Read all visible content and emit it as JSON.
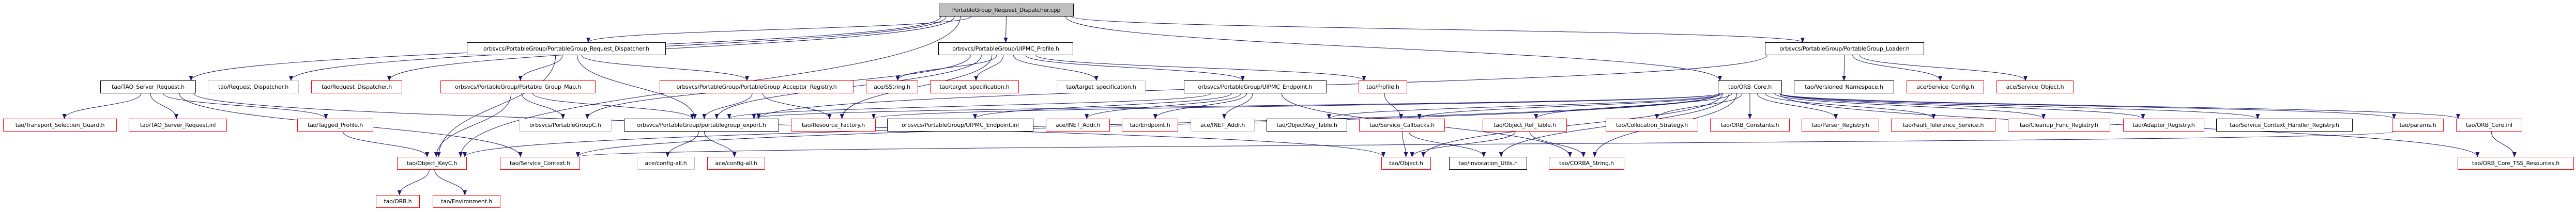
{
  "graph": {
    "title": "PortableGroup_Request_Dispatcher.cpp",
    "edge_color": "#191970",
    "border_colors": {
      "documented": "#000000",
      "undocumented": "#ff0000",
      "external": "#bfbfbf",
      "root_fill": "#bfbfbf"
    },
    "nodes": [
      {
        "id": "root",
        "label": "PortableGroup_Request_Dispatcher.cpp",
        "style": "root"
      },
      {
        "id": "pg_req_disp",
        "label": "orbsvcs/PortableGroup/PortableGroup_Request_Dispatcher.h",
        "style": "black"
      },
      {
        "id": "uipmc_profile",
        "label": "orbsvcs/PortableGroup/UIPMC_Profile.h",
        "style": "black"
      },
      {
        "id": "pg_loader",
        "label": "orbsvcs/PortableGroup/PortableGroup_Loader.h",
        "style": "black"
      },
      {
        "id": "tao_server_request",
        "label": "tao/TAO_Server_Request.h",
        "style": "black"
      },
      {
        "id": "req_disp_gray",
        "label": "tao/Request_Dispatcher.h",
        "style": "gray"
      },
      {
        "id": "req_disp_red",
        "label": "tao/Request_Dispatcher.h",
        "style": "red"
      },
      {
        "id": "pg_map",
        "label": "orbsvcs/PortableGroup/Portable_Group_Map.h",
        "style": "red"
      },
      {
        "id": "acceptor_registry",
        "label": "orbsvcs/PortableGroup/PortableGroup_Acceptor_Registry.h",
        "style": "red"
      },
      {
        "id": "sstring",
        "label": "ace/SString.h",
        "style": "red"
      },
      {
        "id": "target_spec_red",
        "label": "tao/target_specification.h",
        "style": "red"
      },
      {
        "id": "target_spec_gray",
        "label": "tao/target_specification.h",
        "style": "gray"
      },
      {
        "id": "uipmc_endpoint",
        "label": "orbsvcs/PortableGroup/UIPMC_Endpoint.h",
        "style": "black"
      },
      {
        "id": "profile",
        "label": "tao/Profile.h",
        "style": "red"
      },
      {
        "id": "orb_core",
        "label": "tao/ORB_Core.h",
        "style": "black"
      },
      {
        "id": "versioned_ns",
        "label": "tao/Versioned_Namespace.h",
        "style": "black"
      },
      {
        "id": "service_config",
        "label": "ace/Service_Config.h",
        "style": "red"
      },
      {
        "id": "service_object",
        "label": "ace/Service_Object.h",
        "style": "red"
      },
      {
        "id": "transport_sel_guard",
        "label": "tao/Transport_Selection_Guard.h",
        "style": "red"
      },
      {
        "id": "tao_server_request_inl",
        "label": "tao/TAO_Server_Request.inl",
        "style": "red"
      },
      {
        "id": "tagged_profile",
        "label": "tao/Tagged_Profile.h",
        "style": "red"
      },
      {
        "id": "portablegroupc",
        "label": "orbsvcs/PortableGroupC.h",
        "style": "gray"
      },
      {
        "id": "pg_export",
        "label": "orbsvcs/PortableGroup/portablegroup_export.h",
        "style": "black"
      },
      {
        "id": "resource_factory",
        "label": "tao/Resource_Factory.h",
        "style": "red"
      },
      {
        "id": "uipmc_endpoint_inl",
        "label": "orbsvcs/PortableGroup/UIPMC_Endpoint.inl",
        "style": "black"
      },
      {
        "id": "inet_addr_red",
        "label": "ace/INET_Addr.h",
        "style": "red"
      },
      {
        "id": "endpoint",
        "label": "tao/Endpoint.h",
        "style": "red"
      },
      {
        "id": "inet_addr_gray",
        "label": "ace/INET_Addr.h",
        "style": "gray"
      },
      {
        "id": "objectkey_table",
        "label": "tao/ObjectKey_Table.h",
        "style": "black"
      },
      {
        "id": "service_callbacks",
        "label": "tao/Service_Callbacks.h",
        "style": "red"
      },
      {
        "id": "object_ref_table",
        "label": "tao/Object_Ref_Table.h",
        "style": "red"
      },
      {
        "id": "collocation_strategy",
        "label": "tao/Collocation_Strategy.h",
        "style": "red"
      },
      {
        "id": "orb_constants",
        "label": "tao/ORB_Constants.h",
        "style": "red"
      },
      {
        "id": "parser_registry",
        "label": "tao/Parser_Registry.h",
        "style": "red"
      },
      {
        "id": "fault_tolerance",
        "label": "tao/Fault_Tolerance_Service.h",
        "style": "red"
      },
      {
        "id": "cleanup_func",
        "label": "tao/Cleanup_Func_Registry.h",
        "style": "red"
      },
      {
        "id": "adapter_registry",
        "label": "tao/Adapter_Registry.h",
        "style": "red"
      },
      {
        "id": "sch_registry",
        "label": "tao/Service_Context_Handler_Registry.h",
        "style": "black"
      },
      {
        "id": "params",
        "label": "tao/params.h",
        "style": "red"
      },
      {
        "id": "orb_core_inl",
        "label": "tao/ORB_Core.inl",
        "style": "red"
      },
      {
        "id": "object_keyc",
        "label": "tao/Object_KeyC.h",
        "style": "red"
      },
      {
        "id": "service_context",
        "label": "tao/Service_Context.h",
        "style": "red"
      },
      {
        "id": "config_all_gray",
        "label": "ace/config-all.h",
        "style": "gray"
      },
      {
        "id": "config_all_red",
        "label": "ace/config-all.h",
        "style": "red"
      },
      {
        "id": "object",
        "label": "tao/Object.h",
        "style": "red"
      },
      {
        "id": "invocation_utils",
        "label": "tao/Invocation_Utils.h",
        "style": "black"
      },
      {
        "id": "corba_string",
        "label": "tao/CORBA_String.h",
        "style": "red"
      },
      {
        "id": "orb_core_tss",
        "label": "tao/ORB_Core_TSS_Resources.h",
        "style": "red"
      },
      {
        "id": "orb",
        "label": "tao/ORB.h",
        "style": "red"
      },
      {
        "id": "environment",
        "label": "tao/Environment.h",
        "style": "red"
      }
    ],
    "edges": [
      [
        "root",
        "tao_server_request"
      ],
      [
        "root",
        "req_disp_gray"
      ],
      [
        "root",
        "req_disp_red"
      ],
      [
        "root",
        "pg_req_disp"
      ],
      [
        "root",
        "uipmc_profile"
      ],
      [
        "root",
        "pg_loader"
      ],
      [
        "root",
        "orb_core"
      ],
      [
        "root",
        "object_keyc"
      ],
      [
        "tao_server_request",
        "transport_sel_guard"
      ],
      [
        "tao_server_request",
        "tao_server_request_inl"
      ],
      [
        "tao_server_request",
        "tagged_profile"
      ],
      [
        "tao_server_request",
        "service_context"
      ],
      [
        "tao_server_request",
        "object"
      ],
      [
        "tagged_profile",
        "object_keyc"
      ],
      [
        "object_keyc",
        "orb"
      ],
      [
        "object_keyc",
        "environment"
      ],
      [
        "pg_req_disp",
        "pg_map"
      ],
      [
        "pg_req_disp",
        "pg_export"
      ],
      [
        "pg_req_disp",
        "acceptor_registry"
      ],
      [
        "pg_req_disp",
        "object_keyc"
      ],
      [
        "pg_map",
        "object_keyc"
      ],
      [
        "pg_map",
        "portablegroupc"
      ],
      [
        "pg_map",
        "pg_export"
      ],
      [
        "acceptor_registry",
        "pg_export"
      ],
      [
        "acceptor_registry",
        "resource_factory"
      ],
      [
        "pg_export",
        "config_all_gray"
      ],
      [
        "pg_export",
        "config_all_red"
      ],
      [
        "uipmc_profile",
        "sstring"
      ],
      [
        "uipmc_profile",
        "target_spec_red"
      ],
      [
        "uipmc_profile",
        "target_spec_gray"
      ],
      [
        "uipmc_profile",
        "uipmc_endpoint"
      ],
      [
        "uipmc_profile",
        "profile"
      ],
      [
        "uipmc_profile",
        "resource_factory"
      ],
      [
        "uipmc_profile",
        "pg_export"
      ],
      [
        "uipmc_profile",
        "portablegroupc"
      ],
      [
        "uipmc_endpoint",
        "uipmc_endpoint_inl"
      ],
      [
        "uipmc_endpoint",
        "inet_addr_red"
      ],
      [
        "uipmc_endpoint",
        "endpoint"
      ],
      [
        "uipmc_endpoint",
        "inet_addr_gray"
      ],
      [
        "uipmc_endpoint",
        "pg_export"
      ],
      [
        "uipmc_endpoint",
        "corba_string"
      ],
      [
        "profile",
        "service_callbacks"
      ],
      [
        "service_callbacks",
        "object"
      ],
      [
        "service_callbacks",
        "invocation_utils"
      ],
      [
        "object_ref_table",
        "object"
      ],
      [
        "object_ref_table",
        "corba_string"
      ],
      [
        "pg_loader",
        "versioned_ns"
      ],
      [
        "pg_loader",
        "service_config"
      ],
      [
        "pg_loader",
        "service_object"
      ],
      [
        "pg_loader",
        "pg_export"
      ],
      [
        "orb_core",
        "objectkey_table"
      ],
      [
        "orb_core",
        "service_callbacks"
      ],
      [
        "orb_core",
        "object_ref_table"
      ],
      [
        "orb_core",
        "collocation_strategy"
      ],
      [
        "orb_core",
        "orb_constants"
      ],
      [
        "orb_core",
        "parser_registry"
      ],
      [
        "orb_core",
        "fault_tolerance"
      ],
      [
        "orb_core",
        "cleanup_func"
      ],
      [
        "orb_core",
        "adapter_registry"
      ],
      [
        "orb_core",
        "sch_registry"
      ],
      [
        "orb_core",
        "params"
      ],
      [
        "orb_core",
        "orb_core_inl"
      ],
      [
        "orb_core",
        "orb_core_tss"
      ],
      [
        "orb_core",
        "object"
      ],
      [
        "orb_core",
        "corba_string"
      ],
      [
        "orb_core",
        "invocation_utils"
      ],
      [
        "orb_core",
        "resource_factory"
      ],
      [
        "orb_core",
        "service_context"
      ],
      [
        "orb_core",
        "object_keyc"
      ],
      [
        "orb_core",
        "pg_export"
      ],
      [
        "orb_core_inl",
        "orb_core_tss"
      ],
      [
        "params",
        "service_context"
      ]
    ]
  }
}
